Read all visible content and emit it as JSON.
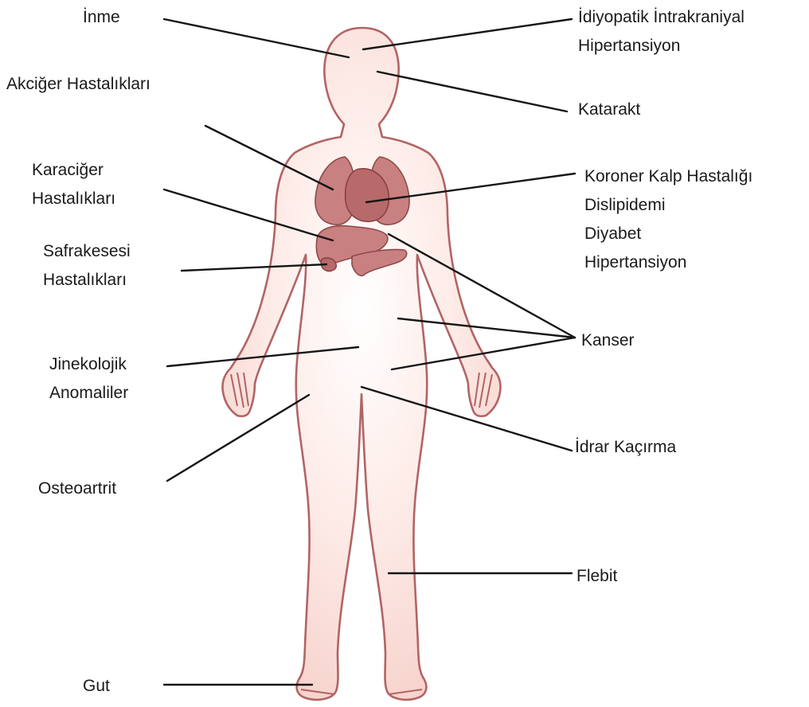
{
  "labels": {
    "stroke": "İnme",
    "idiopathic": [
      "İdiyopatik İntrakraniyal",
      "Hipertansiyon"
    ],
    "lung": "Akciğer Hastalıkları",
    "cataract": "Katarakt",
    "liver": [
      "Karaciğer",
      "Hastalıkları"
    ],
    "cardio": [
      "Koroner Kalp Hastalığı",
      "Dislipidemi",
      "Diyabet",
      "Hipertansiyon"
    ],
    "gallbladder": [
      "Safrakesesi",
      "Hastalıkları"
    ],
    "cancer": "Kanser",
    "gyn": [
      "Jinekolojik",
      "Anomaliler"
    ],
    "incontinence": "İdrar Kaçırma",
    "osteo": "Osteoartrit",
    "phlebitis": "Flebit",
    "gout": "Gut"
  },
  "colors": {
    "skin_light": "#fff5f3",
    "skin_edge": "#f9d8d3",
    "outline": "#b26464",
    "organ": "#c98080",
    "leader": "#151515"
  }
}
